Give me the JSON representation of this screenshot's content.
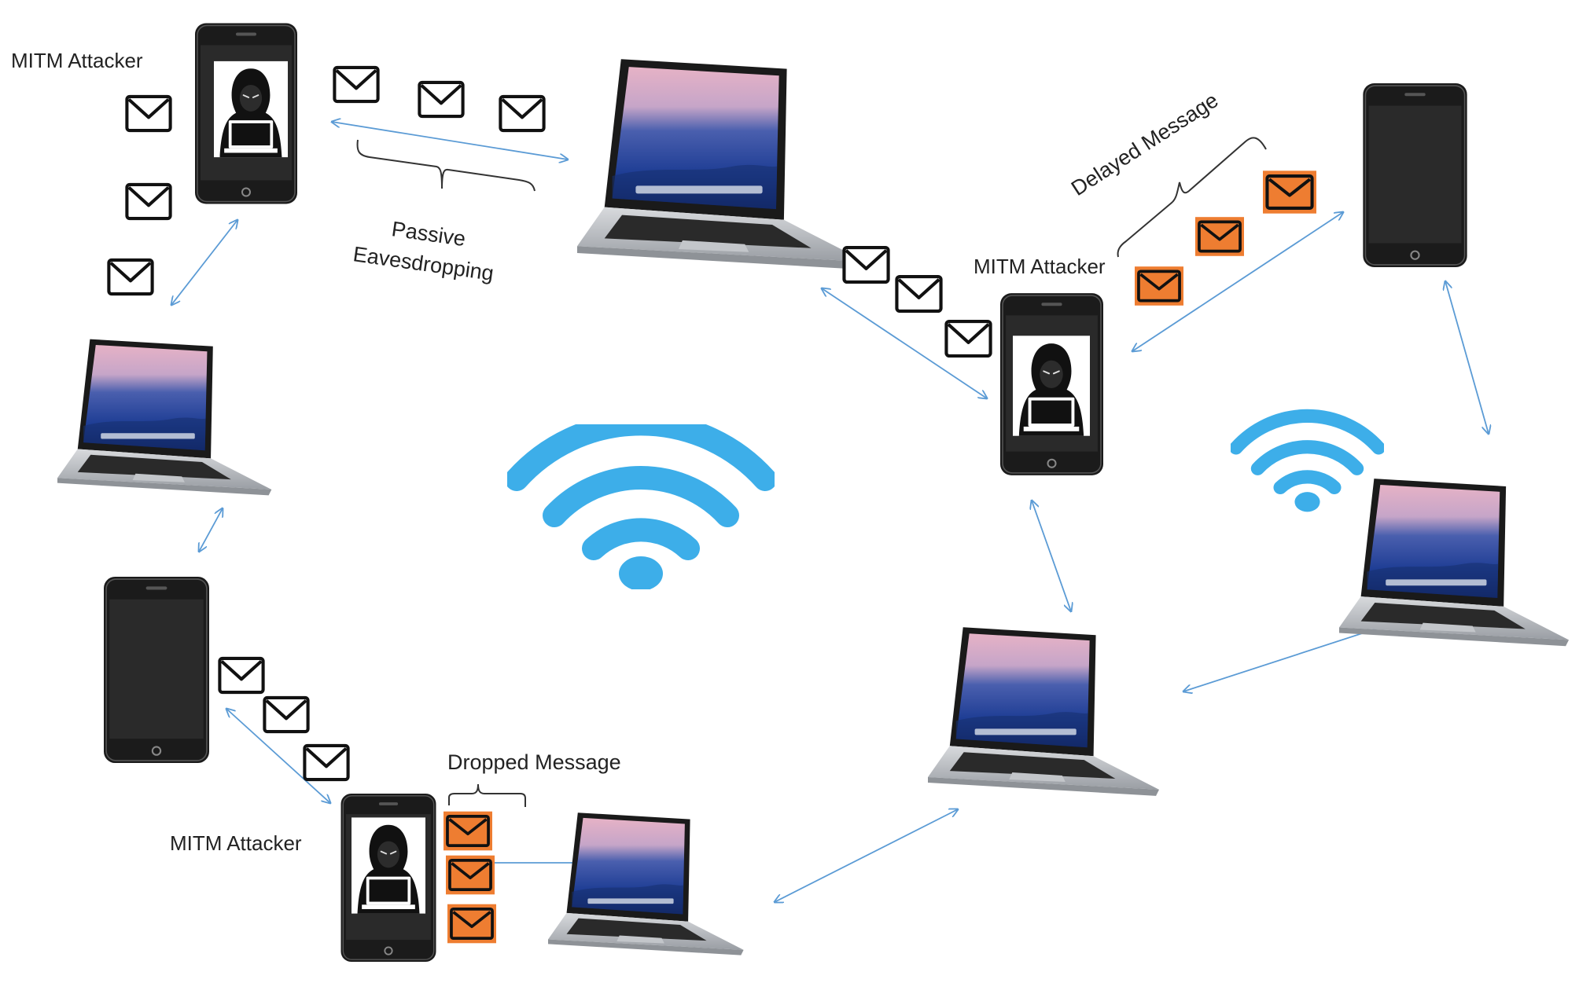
{
  "labels": {
    "mitm_attacker": "MITM Attacker",
    "passive_line1": "Passive",
    "passive_line2": "Eavesdropping",
    "delayed_message": "Delayed Message",
    "dropped_message": "Dropped Message"
  },
  "colors": {
    "arrow": "#5b9bd5",
    "wifi": "#3daee9",
    "orange_envelope": "#ee7d31",
    "phone_body": "#1b1b1b",
    "phone_screen": "#2a2a2a",
    "laptop_body": "#b9bcc0",
    "bracket": "#333333"
  },
  "icons": {
    "attacker": "hooded-hacker-icon",
    "message": "envelope-icon",
    "wireless": "wifi-icon"
  }
}
